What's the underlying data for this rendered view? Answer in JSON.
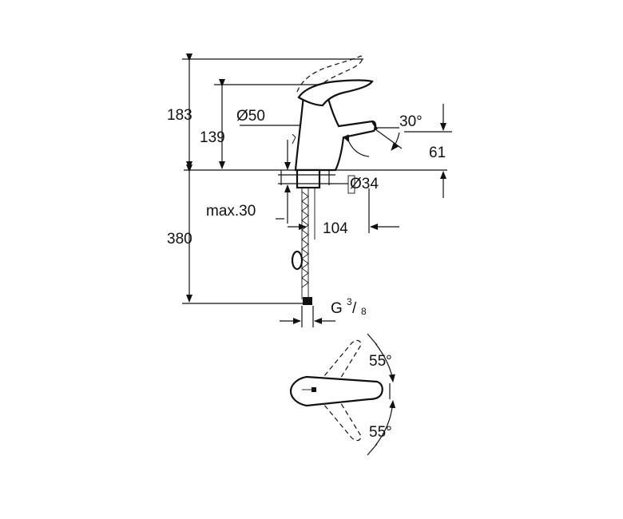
{
  "dimensions": {
    "total_height": "183",
    "spout_height": "139",
    "body_diameter": "Ø50",
    "hole_diameter": "Ø34",
    "spout_angle": "30°",
    "lever_height": "61",
    "max_thickness": "max.30",
    "spout_reach": "104",
    "hose_length": "380",
    "thread": {
      "prefix": "G",
      "num": "3",
      "den": "8"
    },
    "rotation_up": "55°",
    "rotation_down": "55°"
  },
  "colors": {
    "line": "#111111",
    "background": "#ffffff"
  }
}
